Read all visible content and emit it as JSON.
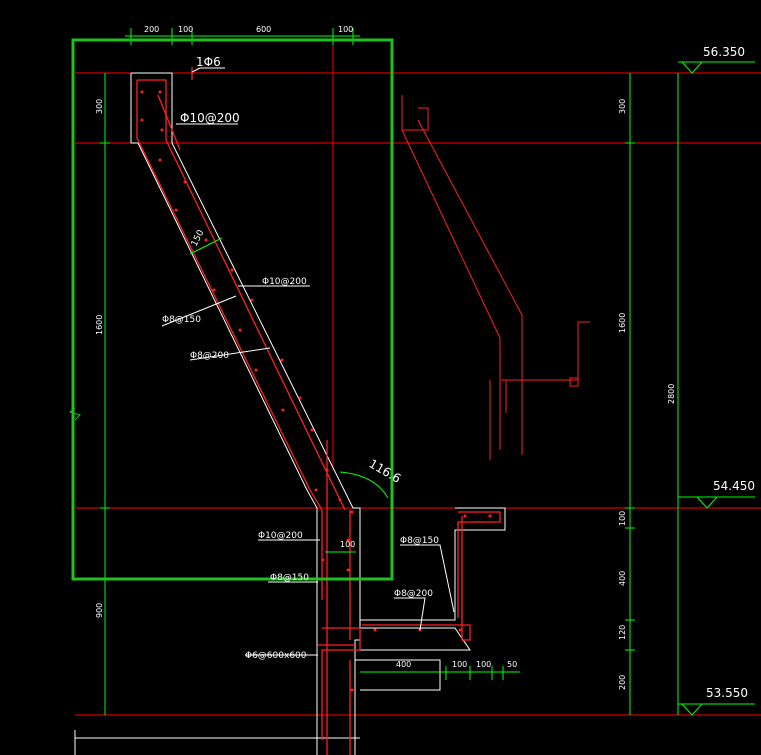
{
  "colors": {
    "background": "#000000",
    "rebar": "#ff2020",
    "outline": "#ffffff",
    "dimension": "#00ff00",
    "grid": "#ff0000",
    "selection": "#20c020",
    "text": "#ffffff"
  },
  "top_dims": [
    "200",
    "100",
    "600",
    "100"
  ],
  "left_dims": [
    "300",
    "1600",
    "900"
  ],
  "right_dims": [
    "300",
    "1600",
    "100",
    "400",
    "120",
    "200"
  ],
  "total_dim": "2800",
  "bottom_dims": [
    "400",
    "100",
    "100",
    "50"
  ],
  "elevations": [
    "56.350",
    "54.450",
    "53.550"
  ],
  "labels": {
    "phi6": "1Φ6",
    "phi10_200_top": "Φ10@200",
    "thickness": "150",
    "phi10_200_mid": "Φ10@200",
    "phi8_150_left": "Φ8@150",
    "phi8_200_left": "Φ8@200",
    "angle": "116.6",
    "phi10_200_low": "Φ10@200",
    "dim100": "100",
    "phi8_150_right": "Φ8@150",
    "phi8_150_low": "Φ8@150",
    "phi8_200_right": "Φ8@200",
    "phi6_600": "Φ6@600x600"
  }
}
